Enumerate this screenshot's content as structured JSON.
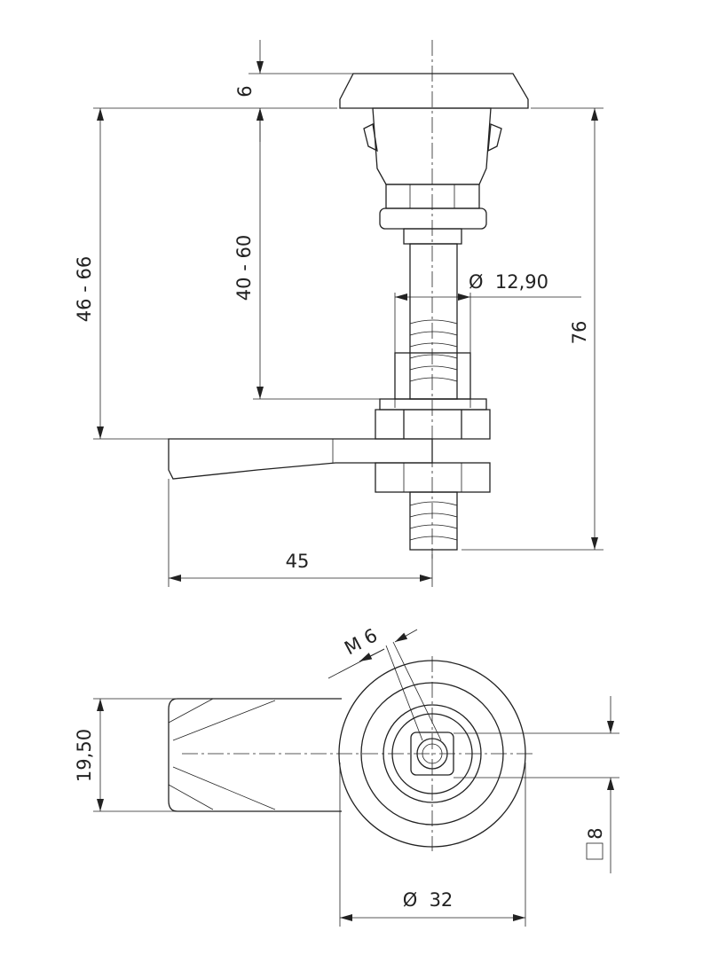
{
  "drawing": {
    "side_view": {
      "dim_cap_height": "6",
      "dim_grip_range": "46 - 66",
      "dim_clamp_range": "40 - 60",
      "dim_spring_diameter": "Ø  12,90",
      "dim_total_length": "76",
      "dim_lever_length": "45"
    },
    "top_view": {
      "dim_thread": "M 6",
      "dim_lever_width": "19,50",
      "dim_square": "8",
      "dim_body_diameter": "Ø  32"
    }
  }
}
